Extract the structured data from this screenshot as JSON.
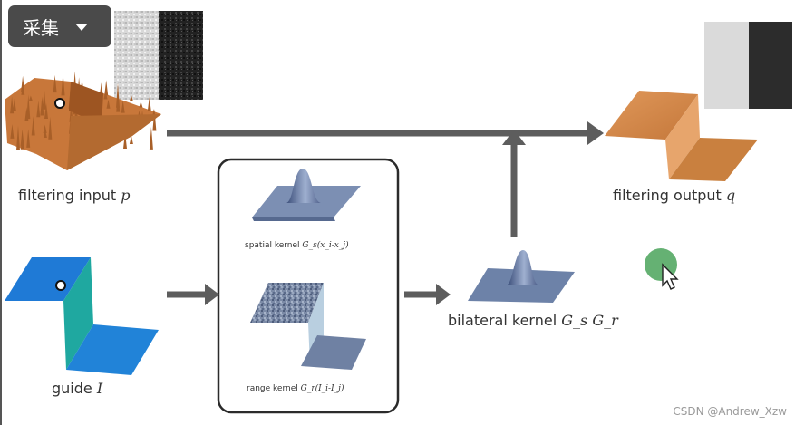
{
  "toolbar": {
    "capture_label": "采集",
    "dropdown_icon": "chevron-down-icon"
  },
  "labels": {
    "filtering_input": "filtering input",
    "filtering_input_var": "p",
    "guide": "guide",
    "guide_var": "I",
    "spatial_kernel": "spatial kernel",
    "spatial_kernel_math": "G_s(x_i-x_j)",
    "range_kernel": "range kernel",
    "range_kernel_math": "G_r(I_i-I_j)",
    "bilateral_kernel": "bilateral kernel",
    "bilateral_kernel_math": "G_s G_r",
    "filtering_output": "filtering output",
    "filtering_output_var": "q"
  },
  "watermark": "CSDN @Andrew_Xzw",
  "colors": {
    "arrow": "#5d5d5d",
    "input_surface": "#c8773a",
    "output_surface": "#d98a46",
    "guide_surface": "#1f7ad6",
    "guide_step": "#1fa8a0",
    "kernel_surface": "#6d82a8",
    "cursor_highlight": "#4aa35a"
  }
}
